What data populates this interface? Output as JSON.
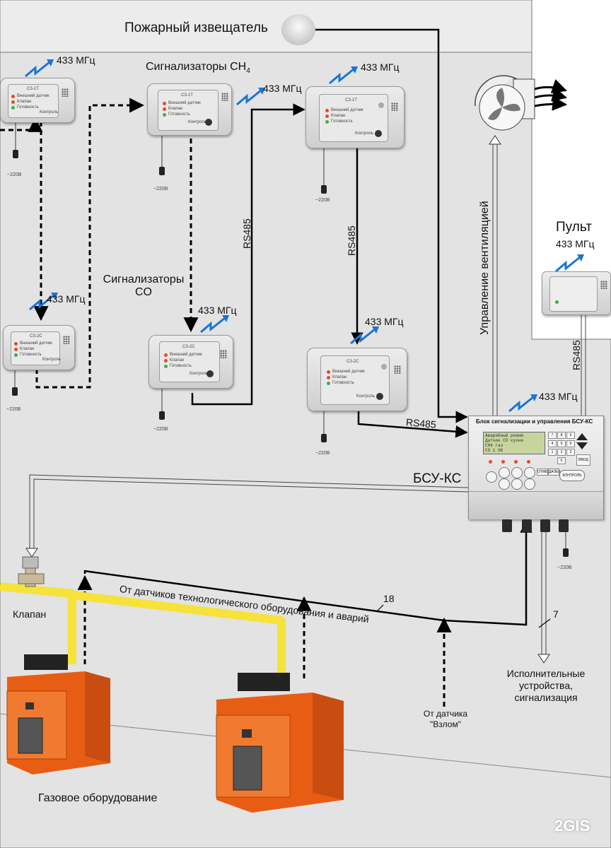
{
  "labels": {
    "fire_detector": "Пожарный извещатель",
    "ch4_title": "Сигнализаторы CH",
    "ch4_sub": "4",
    "co_title_1": "Сигнализаторы",
    "co_title_2": "CO",
    "freq": "433 МГц",
    "voltage": "~220В",
    "rs485": "RS485",
    "ventilation": "Управление вентиляцией",
    "pult": "Пульт",
    "bsu_name": "БСУ-КС",
    "bsu_panel_title": "Блок сигнализации и управления БСУ-КС",
    "klapan": "Клапан",
    "tech_sensors": "От датчиков технологического оборудования и аварий",
    "wire_count_18": "18",
    "wire_count_7": "7",
    "actuators_1": "Исполнительные",
    "actuators_2": "устройства,",
    "actuators_3": "сигнализация",
    "intrusion_1": "От датчика",
    "intrusion_2": "\"Взлом\"",
    "gas_equipment": "Газовое оборудование",
    "watermark": "2GIS"
  },
  "detector": {
    "code_ch4": "СЗ-1Т",
    "code_co": "СЗ-2С",
    "line_ext": "Внешний датчик",
    "line_alarm": "Клапан",
    "line_ready": "Готовность",
    "control": "Контроль"
  },
  "bsu": {
    "lcd_lines": [
      "Аварийный режим",
      "Датчик СО кухня",
      "СН4 газ",
      "СО 1 ОК"
    ],
    "keys": [
      "7",
      "8",
      "9",
      "4",
      "5",
      "6",
      "1",
      "2",
      "3",
      "0"
    ],
    "enter_key": "ВВОД",
    "menu_keys": [
      "ОТМЕНА",
      "ДАЛЕЕ",
      "КОНТРОЛЬ"
    ]
  },
  "colors": {
    "wall_bg": "#ececec",
    "gas_pipe": "#f5e23a",
    "boiler": "#f06a1e",
    "wireless": "#1b74d2"
  }
}
